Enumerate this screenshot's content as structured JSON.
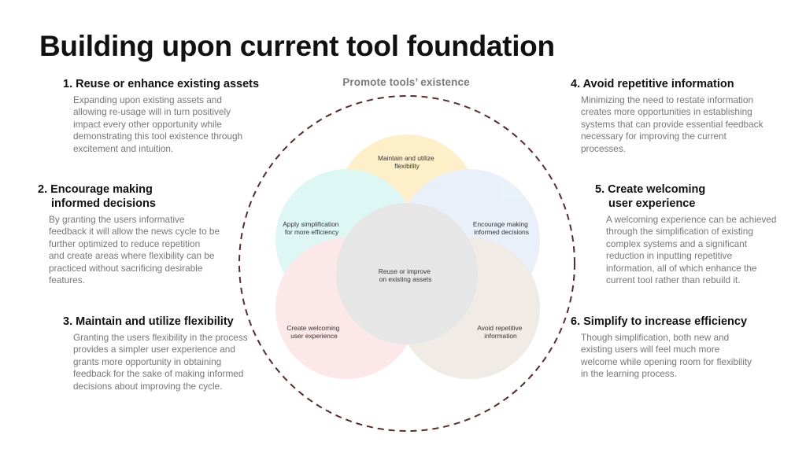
{
  "title": "Building upon current tool foundation",
  "diagram": {
    "outer_label": "Promote tools’ existence",
    "circles": [
      {
        "id": "maintain",
        "lines": [
          "Maintain and utilize",
          "flexibility"
        ],
        "color": "#FCE6A8"
      },
      {
        "id": "apply",
        "lines": [
          "Apply simplification",
          "for more efficiency"
        ],
        "color": "#C9F3EF"
      },
      {
        "id": "encourage",
        "lines": [
          "Encourage making",
          "informed decisions"
        ],
        "color": "#DCE8F7"
      },
      {
        "id": "create",
        "lines": [
          "Create welcoming",
          "user experience"
        ],
        "color": "#FBDADA"
      },
      {
        "id": "avoid",
        "lines": [
          "Avoid repetitive",
          "information"
        ],
        "color": "#E8E0D6"
      },
      {
        "id": "reuse",
        "lines": [
          "Reuse or improve",
          "on existing assets"
        ],
        "color": "#D8D8D8"
      }
    ],
    "dashed_circle_color": "#5A2B2B"
  },
  "items": [
    {
      "heading_lines": [
        "1. Reuse or enhance existing assets"
      ],
      "body_lines": [
        "Expanding upon existing assets and",
        "allowing re-usage will in turn positively",
        "impact every other opportunity while",
        "demonstrating this tool existence through",
        "excitement and intuition."
      ]
    },
    {
      "heading_lines": [
        "2. Encourage making",
        "informed decisions"
      ],
      "body_lines": [
        "By granting the users informative",
        "feedback it will allow the news cycle to be",
        "further optimized to reduce repetition",
        "and create areas where flexibility can be",
        "practiced without sacrificing desirable",
        "features."
      ]
    },
    {
      "heading_lines": [
        "3. Maintain and utilize flexibility"
      ],
      "body_lines": [
        "Granting the users flexibility in the process",
        "provides a simpler user experience and",
        "grants more opportunity in obtaining",
        "feedback for the sake of making informed",
        "decisions about improving the cycle."
      ]
    },
    {
      "heading_lines": [
        "4. Avoid repetitive information"
      ],
      "body_lines": [
        "Minimizing the need to restate information",
        "creates more opportunities in establishing",
        "systems that can provide essential feedback",
        "necessary for improving the current",
        "processes."
      ]
    },
    {
      "heading_lines": [
        "5. Create welcoming",
        "user experience"
      ],
      "body_lines": [
        "A welcoming experience can be achieved",
        "through the simplification of existing",
        "complex systems and a significant",
        "reduction in inputting repetitive",
        "information, all of which enhance the",
        "current tool rather than rebuild it."
      ]
    },
    {
      "heading_lines": [
        "6. Simplify to increase efficiency"
      ],
      "body_lines": [
        "Though simplification, both new and",
        "existing users will feel much more",
        "welcome while opening room for flexibility",
        "in the learning process."
      ]
    }
  ]
}
